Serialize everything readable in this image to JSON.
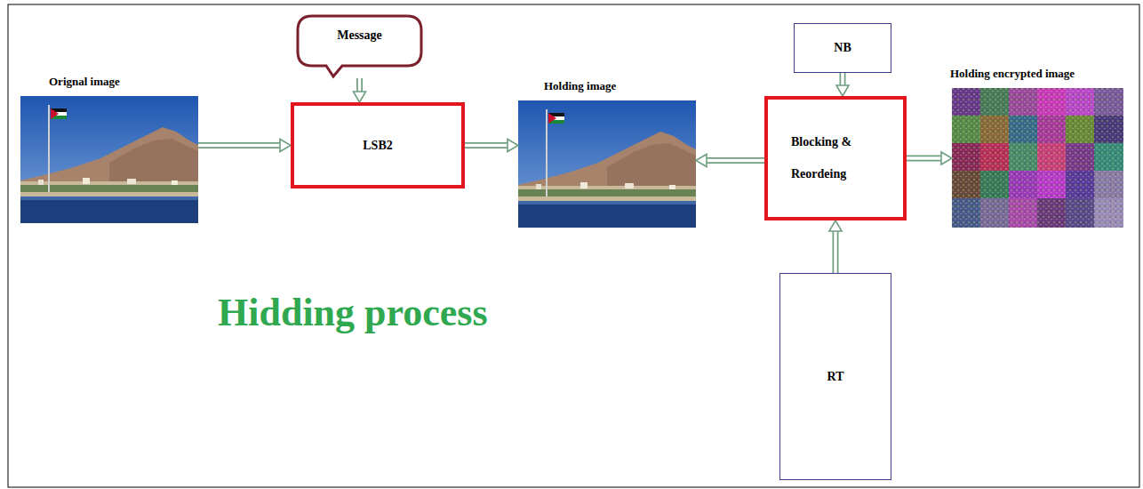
{
  "diagram": {
    "title": "Hidding process",
    "nodes": [
      {
        "text": [
          "Orignal image"
        ]
      },
      {
        "text": [
          "Message"
        ]
      },
      {
        "text": [
          "LSB2"
        ]
      },
      {
        "text": [
          "Holding image"
        ]
      },
      {
        "text": [
          "NB"
        ]
      },
      {
        "text": [
          "Blocking & Reordeing"
        ]
      },
      {
        "text": [
          "Holding encrypted image"
        ]
      },
      {
        "text": [
          "RT"
        ]
      }
    ],
    "edges": [
      {
        "from": 0,
        "to": 2,
        "arrow": "to"
      },
      {
        "from": 1,
        "to": 2,
        "arrow": "to"
      },
      {
        "from": 2,
        "to": 3,
        "arrow": "to"
      },
      {
        "from": 5,
        "to": 3,
        "arrow": "to"
      },
      {
        "from": 4,
        "to": 5,
        "arrow": "to"
      },
      {
        "from": 7,
        "to": 5,
        "arrow": "to"
      },
      {
        "from": 5,
        "to": 6,
        "arrow": "to"
      }
    ]
  }
}
